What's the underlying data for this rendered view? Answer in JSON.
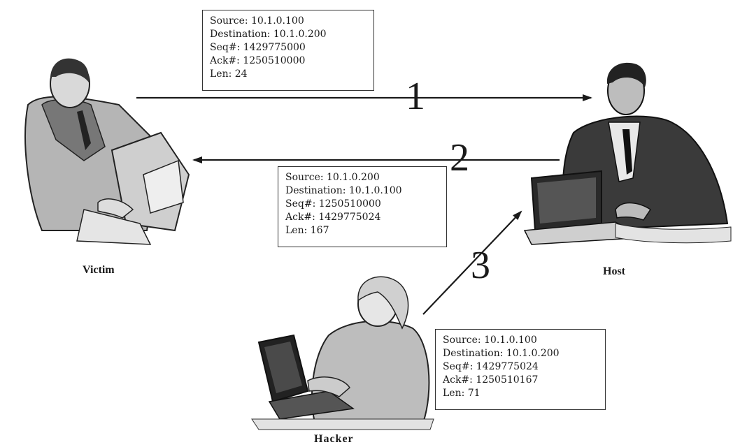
{
  "actors": {
    "victim": "Victim",
    "host": "Host",
    "hacker": "Hacker"
  },
  "steps": [
    "1",
    "2",
    "3"
  ],
  "packets": [
    {
      "source": "Source: 10.1.0.100",
      "destination": "Destination: 10.1.0.200",
      "seq": "Seq#: 1429775000",
      "ack": "Ack#: 1250510000",
      "len": "Len: 24"
    },
    {
      "source": "Source: 10.1.0.200",
      "destination": "Destination: 10.1.0.100",
      "seq": "Seq#: 1250510000",
      "ack": "Ack#: 1429775024",
      "len": "Len: 167"
    },
    {
      "source": "Source: 10.1.0.100",
      "destination": "Destination: 10.1.0.200",
      "seq": "Seq#: 1429775024",
      "ack": "Ack#: 1250510167",
      "len": "Len: 71"
    }
  ]
}
